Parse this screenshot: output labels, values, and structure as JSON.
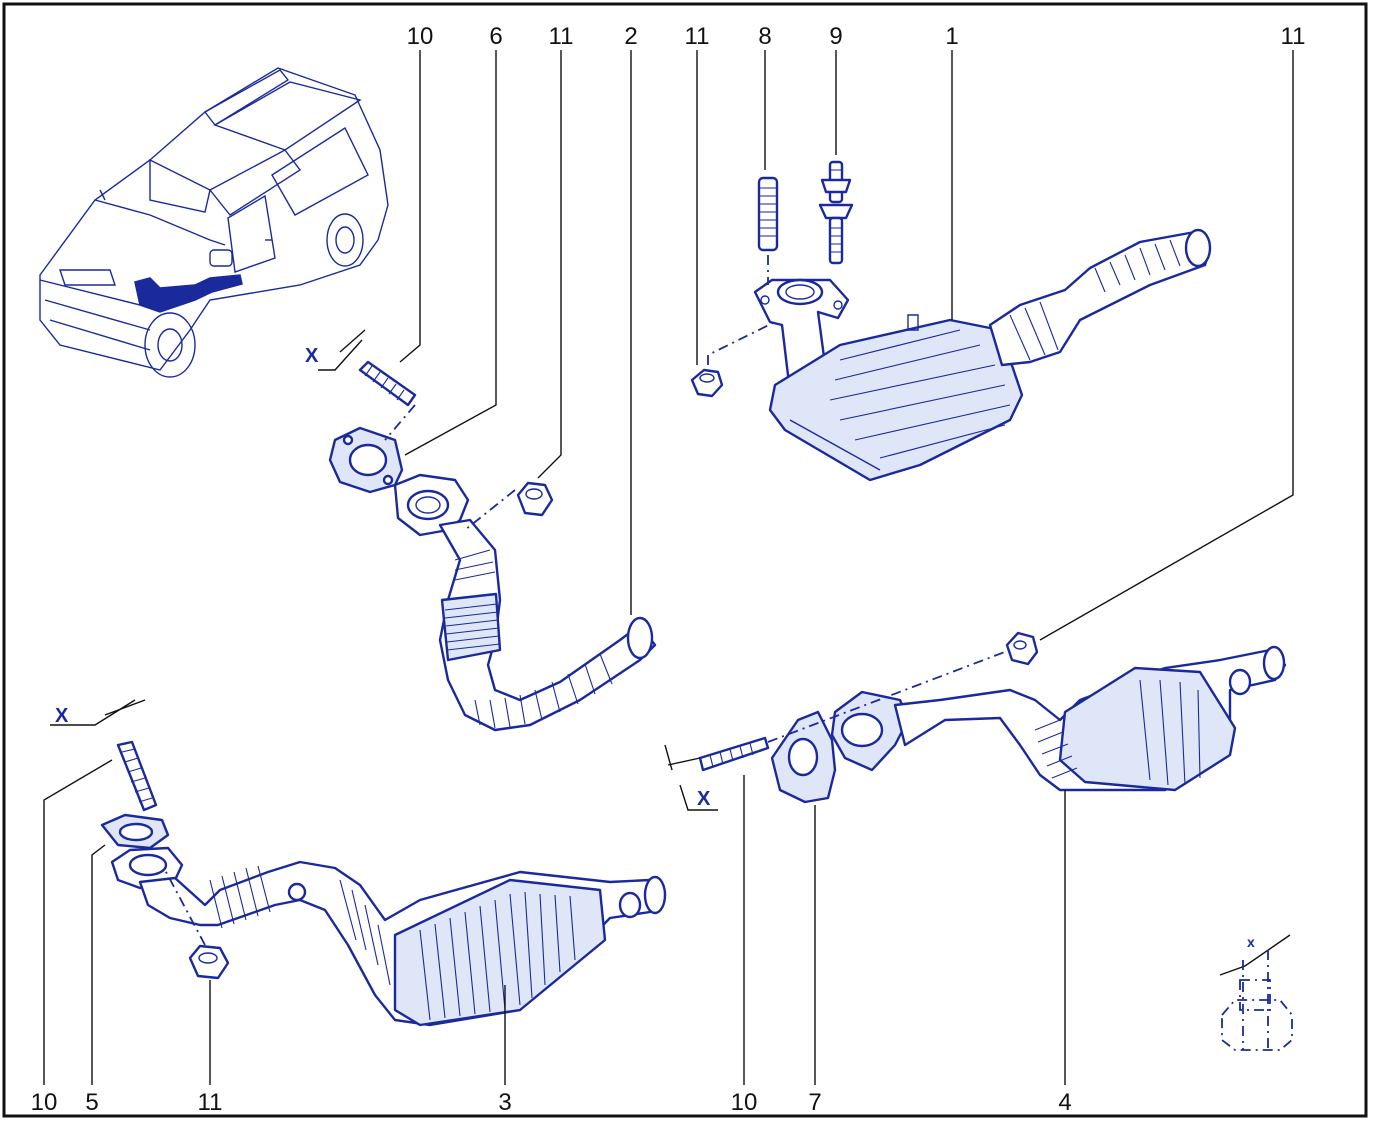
{
  "diagram": {
    "callouts": {
      "c10a": "10",
      "c6": "6",
      "c11a": "11",
      "c2": "2",
      "c11b": "11",
      "c8": "8",
      "c9": "9",
      "c1": "1",
      "c11c": "11",
      "c10b": "10",
      "c5": "5",
      "c11d": "11",
      "c3": "3",
      "c10c": "10",
      "c7": "7",
      "c4": "4"
    },
    "dimension_label": "X",
    "dimension_label_small": "x",
    "colors": {
      "ink": "#1a2a9c",
      "frame": "#111111",
      "background": "#ffffff"
    }
  }
}
